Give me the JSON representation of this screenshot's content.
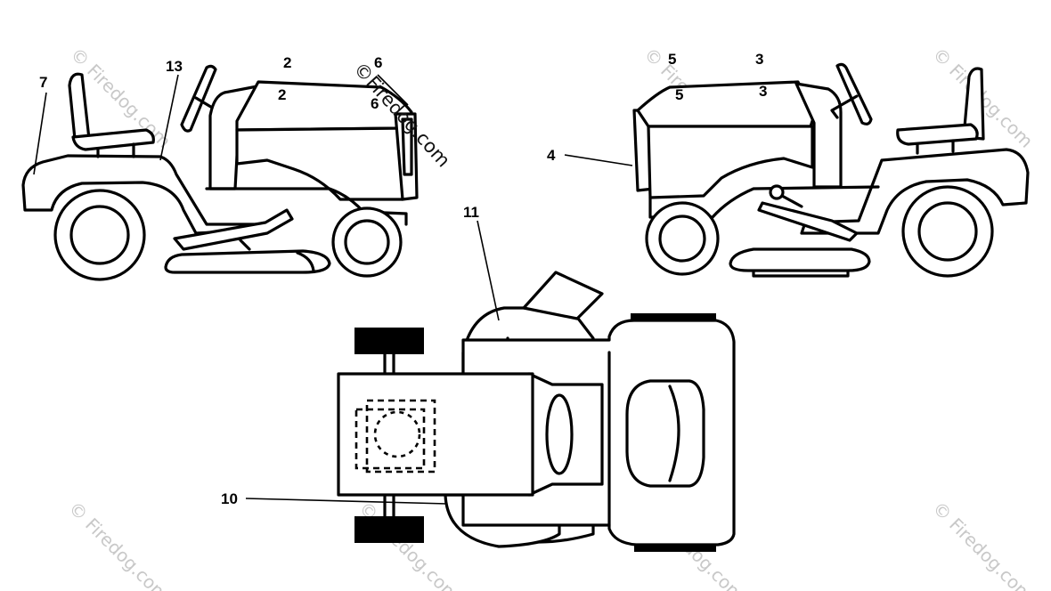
{
  "callouts": {
    "c7": "7",
    "c13": "13",
    "c2": "2",
    "c6": "6",
    "c5": "5",
    "c3": "3",
    "c4": "4",
    "c11": "11",
    "c10": "10"
  },
  "watermark": {
    "text": "© Firedog.com",
    "dark_text": "©Firedog.com"
  },
  "colors": {
    "line": "#000000",
    "watermark": "#c8c8c8"
  }
}
